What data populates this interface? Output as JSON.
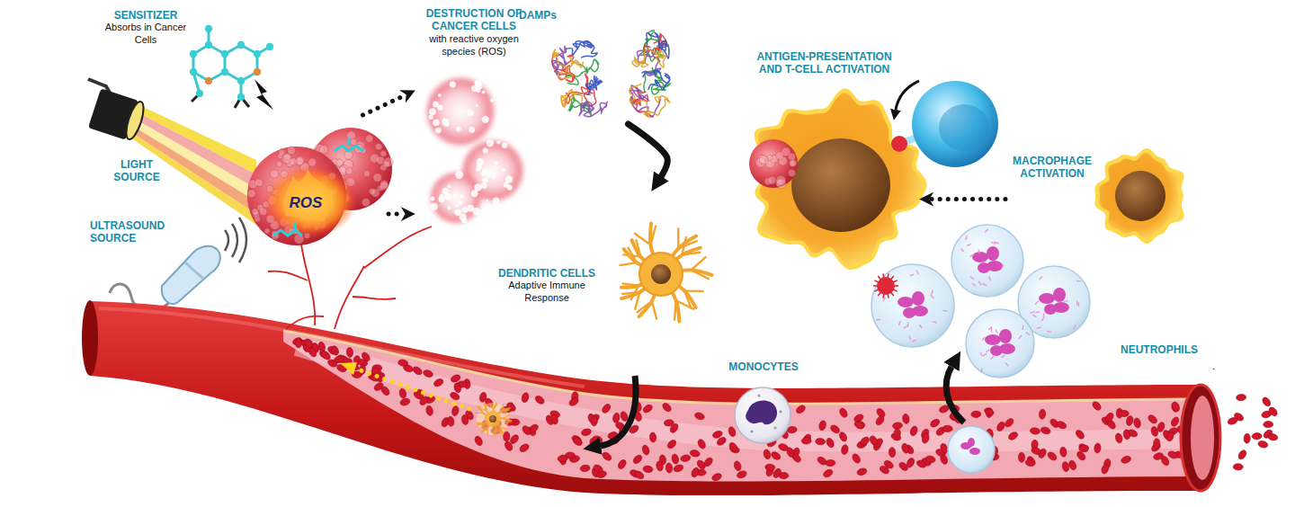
{
  "diagram": {
    "nodes": [
      {
        "text": [
          "SENSITIZER",
          "Absorbs in Cancer Cells"
        ]
      },
      {
        "text": [
          "DESTRUCTION OF CANCER CELLS",
          "with reactive oxygen species (ROS)"
        ]
      },
      {
        "text": [
          "DAMPs"
        ]
      },
      {
        "text": [
          "ANTIGEN-PRESENTATION AND T-CELL ACTIVATION"
        ]
      },
      {
        "text": [
          "LIGHT SOURCE"
        ]
      },
      {
        "text": [
          "MACROPHAGE ACTIVATION"
        ]
      },
      {
        "text": [
          "ROS"
        ]
      },
      {
        "text": [
          "ULTRASOUND SOURCE"
        ]
      },
      {
        "text": [
          "DENDRITIC CELLS",
          "Adaptive Immune Response"
        ]
      },
      {
        "text": [
          "NEUTROPHILS"
        ]
      },
      {
        "text": [
          "MONOCYTES"
        ]
      }
    ],
    "edges": [
      {
        "from": 6,
        "to": 1,
        "arrow": "to"
      },
      {
        "from": 6,
        "to": 1,
        "arrow": "to"
      },
      {
        "from": 2,
        "to": 8,
        "arrow": "to"
      },
      {
        "from": 5,
        "to": 3,
        "arrow": "to"
      }
    ],
    "labels": [
      "."
    ]
  }
}
